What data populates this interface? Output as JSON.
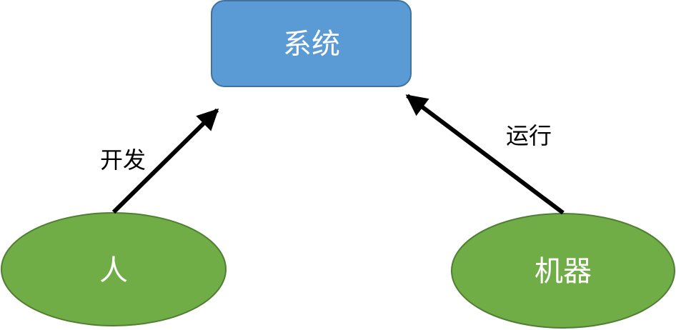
{
  "nodes": {
    "system": {
      "label": "系统",
      "fill": "#5B9BD5",
      "stroke": "#41719C"
    },
    "human": {
      "label": "人",
      "fill": "#70AD47",
      "stroke": "#507E32"
    },
    "machine": {
      "label": "机器",
      "fill": "#70AD47",
      "stroke": "#507E32"
    }
  },
  "edges": {
    "develop": {
      "label": "开发",
      "from": "human",
      "to": "system"
    },
    "run": {
      "label": "运行",
      "from": "machine",
      "to": "system"
    }
  },
  "colors": {
    "arrow": "#000000",
    "background": "#FFFFFF"
  }
}
